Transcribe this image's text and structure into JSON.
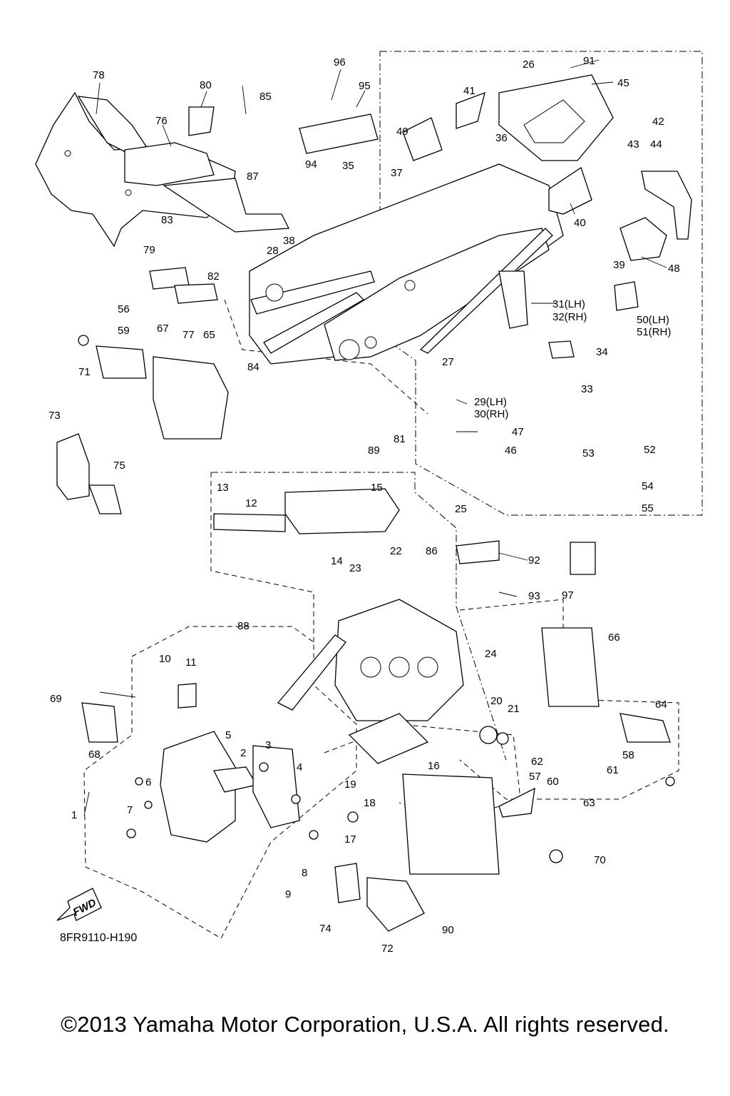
{
  "figure_code": "8FR9110-H190",
  "copyright": "©2013 Yamaha Motor Corporation, U.S.A. All rights reserved.",
  "fwd_label": "FWD",
  "callouts": [
    "1",
    "2",
    "3",
    "4",
    "5",
    "6",
    "7",
    "8",
    "9",
    "10",
    "11",
    "12",
    "13",
    "14",
    "15",
    "16",
    "17",
    "18",
    "19",
    "20",
    "21",
    "22",
    "23",
    "24",
    "25",
    "26",
    "27",
    "28",
    "29(LH)",
    "30(RH)",
    "31(LH)",
    "32(RH)",
    "33",
    "34",
    "35",
    "36",
    "37",
    "38",
    "39",
    "40",
    "41",
    "42",
    "43",
    "44",
    "45",
    "46",
    "47",
    "48",
    "49",
    "50(LH)",
    "51(RH)",
    "52",
    "53",
    "54",
    "55",
    "56",
    "57",
    "58",
    "59",
    "60",
    "61",
    "62",
    "63",
    "64",
    "65",
    "66",
    "67",
    "68",
    "69",
    "70",
    "71",
    "72",
    "73",
    "74",
    "75",
    "76",
    "77",
    "78",
    "79",
    "80",
    "81",
    "82",
    "83",
    "84",
    "85",
    "86",
    "87",
    "88",
    "89",
    "90",
    "91",
    "92",
    "93",
    "94",
    "95",
    "96",
    "97"
  ]
}
